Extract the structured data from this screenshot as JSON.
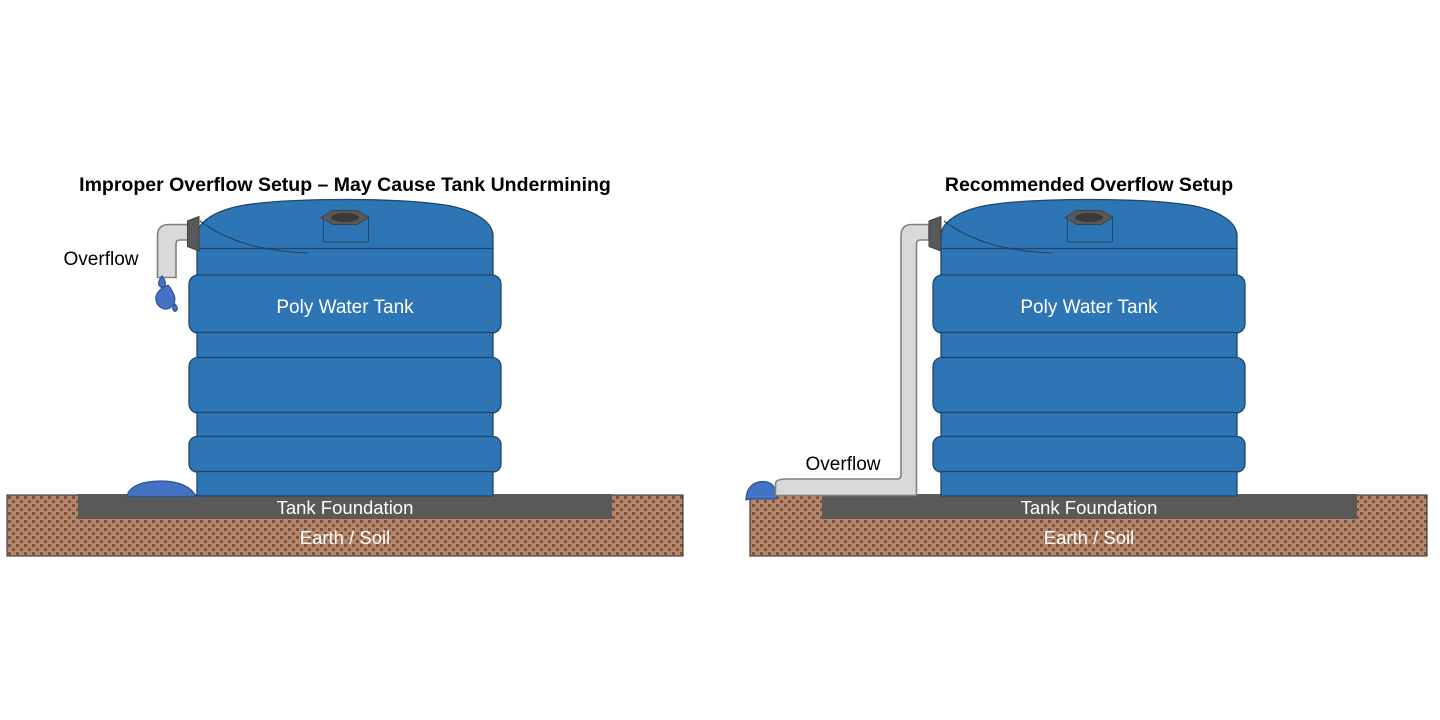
{
  "diagram": {
    "left": {
      "title": "Improper Overflow Setup – May Cause Tank Undermining",
      "overflow_label": "Overflow",
      "tank_label": "Poly Water Tank",
      "foundation_label": "Tank Foundation",
      "soil_label": "Earth / Soil"
    },
    "right": {
      "title": "Recommended Overflow Setup",
      "overflow_label": "Overflow",
      "tank_label": "Poly Water Tank",
      "foundation_label": "Tank Foundation",
      "soil_label": "Earth / Soil"
    },
    "colors": {
      "tank_blue": "#2E75B6",
      "tank_outline": "#1F4666",
      "water_blue": "#4472C4",
      "water_outline": "#2F5496",
      "pipe_gray": "#D9D9D9",
      "pipe_outline": "#808080",
      "fitting_dark_gray": "#595959",
      "foundation_gray": "#595959",
      "soil_brown": "#B5886C",
      "soil_speckle": "#7D523E",
      "title_black": "#000000",
      "label_white": "#FFFFFF"
    }
  }
}
